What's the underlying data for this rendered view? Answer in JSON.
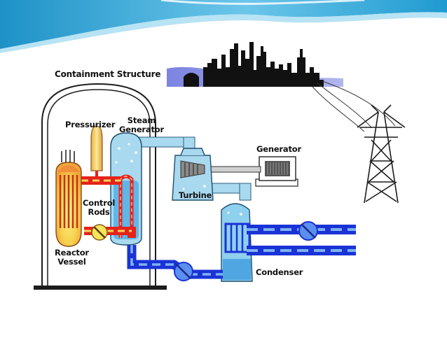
{
  "diagram": {
    "labels": {
      "containment": "Containment Structure",
      "pressurizer": "Pressurizer",
      "steam_generator": "Steam\nGenerator",
      "generator": "Generator",
      "turbine": "Turbine",
      "control_rods": "Control\nRods",
      "reactor_vessel": "Reactor\nVessel",
      "condenser": "Condenser"
    },
    "colors": {
      "slide_accent": "#29a9d6",
      "hot_loop": "#e5231b",
      "cold_loop": "#1a33d6",
      "steam": "#a9d9ef",
      "water": "#5fb7e8",
      "reactor_core": "#f6a23a",
      "reactor_glow": "#f7e65a",
      "pressurizer": "#f4d56a"
    }
  }
}
